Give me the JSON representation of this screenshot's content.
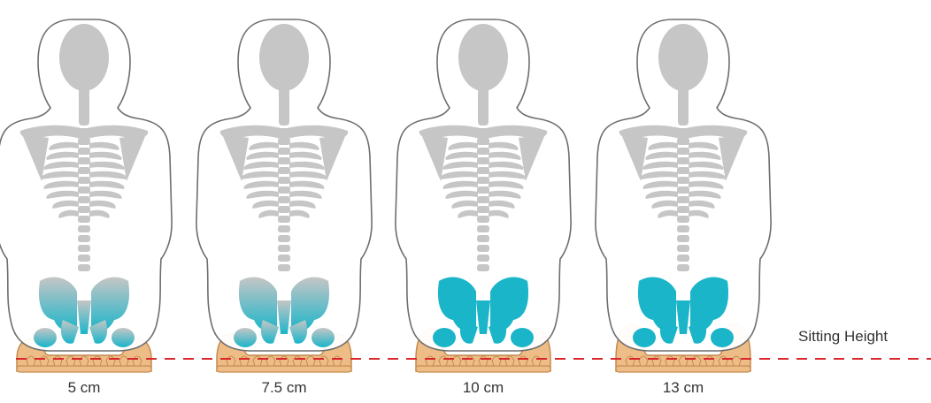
{
  "figures": [
    {
      "cushion_size": "5 cm",
      "immersion": 0.25
    },
    {
      "cushion_size": "7.5  cm",
      "immersion": 0.5
    },
    {
      "cushion_size": "10 cm",
      "immersion": 0.75
    },
    {
      "cushion_size": "13 cm",
      "immersion": 1.0
    }
  ],
  "reference_line": {
    "label": "Sitting Height",
    "style": "dashed"
  },
  "colors": {
    "body_outline": "#6e6e6e",
    "skeleton": "#c6c6c6",
    "pressure": "#1ab5c9",
    "cushion_fill": "#eebd87",
    "cushion_stroke": "#c48a4e",
    "reference_line": "#d8262b",
    "text": "#333333"
  }
}
